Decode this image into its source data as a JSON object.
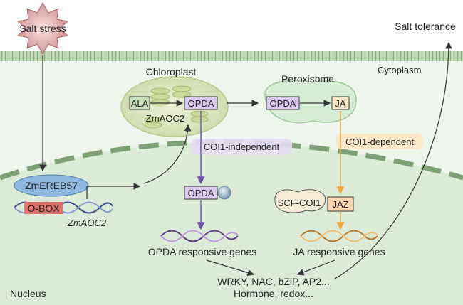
{
  "stimulus": "Salt stress",
  "outcome": "Salt tolerance",
  "compartments": {
    "cytoplasm": "Cytoplasm",
    "chloroplast": "Chloroplast",
    "peroxisome": "Peroxisome",
    "nucleus": "Nucleus"
  },
  "chloroplast": {
    "substrate": "ALA",
    "product": "OPDA",
    "enzyme": "ZmAOC2"
  },
  "peroxisome": {
    "substrate": "OPDA",
    "product": "JA"
  },
  "pathways": {
    "independent": "COI1-independent",
    "dependent": "COI1-dependent"
  },
  "nucleus": {
    "tf": "ZmEREB57",
    "promoter": "O-BOX",
    "gene": "ZmAOC2",
    "opda": "OPDA",
    "receptor": "SCF-COI1",
    "jaz": "JAZ",
    "opda_genes": "OPDA responsive genes",
    "ja_genes": "JA responsive genes",
    "downstream_line1": "WRKY, NAC, bZiP, AP2...",
    "downstream_line2": "Hormone, redox..."
  },
  "colors": {
    "membrane_green": "#a9c79e",
    "cytoplasm_bg": "#eef5ec",
    "nucleus_bg": "#dcebd8",
    "purple_arrow": "#6f4fa0",
    "orange_arrow": "#f0a73a",
    "tf_blue": "#8fb8e0",
    "obox_red": "#e06b66",
    "purple_box": "#d9c8f0",
    "peach_box": "#fbd7b0"
  }
}
